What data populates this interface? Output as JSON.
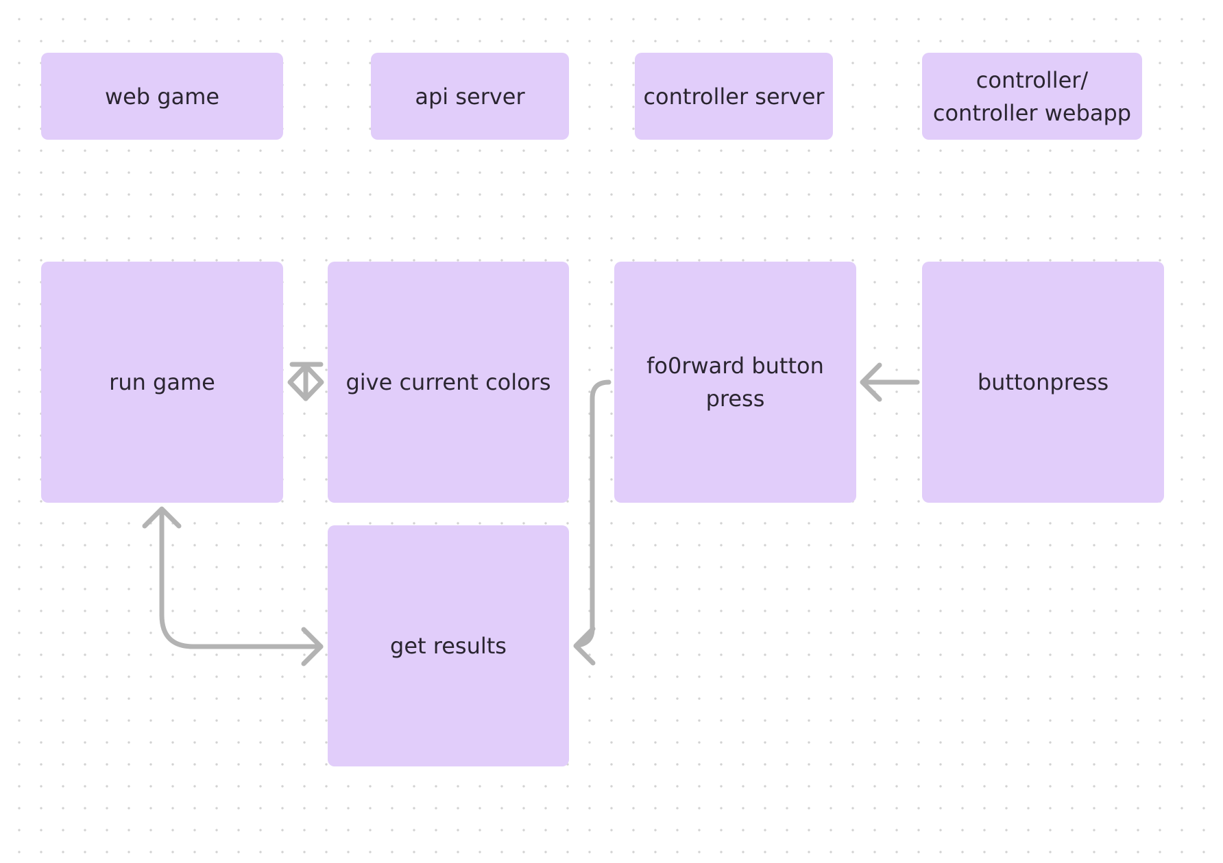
{
  "diagram": {
    "lane_headers": [
      {
        "id": "web-game",
        "label": "web game"
      },
      {
        "id": "api-server",
        "label": "api server"
      },
      {
        "id": "controller-server",
        "label": "controller server"
      },
      {
        "id": "controller-webapp",
        "label": "controller/\ncontroller webapp"
      }
    ],
    "steps": [
      {
        "id": "run-game",
        "label": "run game"
      },
      {
        "id": "give-current-colors",
        "label": "give current colors"
      },
      {
        "id": "forward-button-press",
        "label": "fo0rward button press"
      },
      {
        "id": "buttonpress",
        "label": "buttonpress"
      },
      {
        "id": "get-results",
        "label": "get results"
      }
    ],
    "connectors": [
      {
        "from": "run-game",
        "to": "give-current-colors",
        "style": "two-way"
      },
      {
        "from": "buttonpress",
        "to": "forward-button-press",
        "style": "one-way"
      },
      {
        "from": "forward-button-press",
        "to": "get-results",
        "style": "one-way"
      },
      {
        "from": "get-results",
        "to": "run-game",
        "style": "two-way"
      }
    ],
    "colors": {
      "sticky_fill": "#e1cdfa",
      "text": "#2a2530",
      "connector": "#b3b3b3",
      "grid_dot": "#d2d2d2",
      "background": "#ffffff"
    }
  }
}
